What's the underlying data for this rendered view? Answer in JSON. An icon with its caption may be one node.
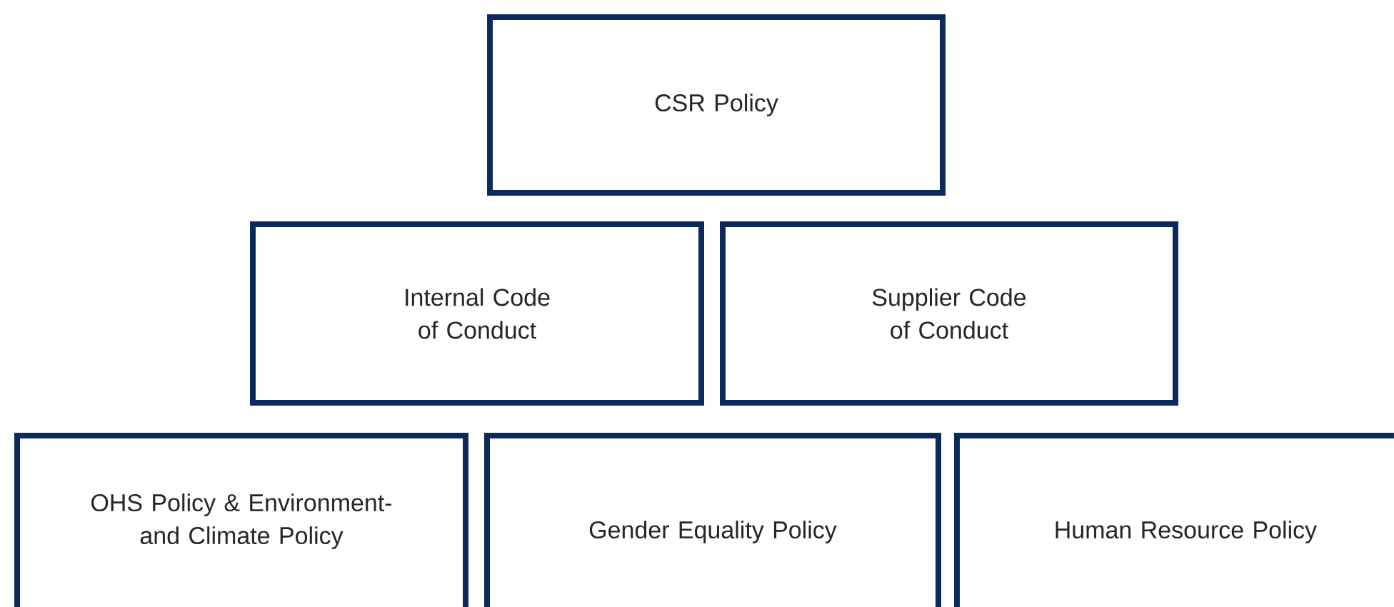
{
  "diagram": {
    "nodes": [
      {
        "text": [
          "CSR Policy"
        ]
      },
      {
        "text": [
          "Internal Code of Conduct"
        ]
      },
      {
        "text": [
          "Supplier Code of Conduct"
        ]
      },
      {
        "text": [
          "OHS Policy & Environment- and Climate Policy"
        ]
      },
      {
        "text": [
          "Gender Equality Policy"
        ]
      },
      {
        "text": [
          "Human Resource Policy"
        ]
      }
    ]
  }
}
